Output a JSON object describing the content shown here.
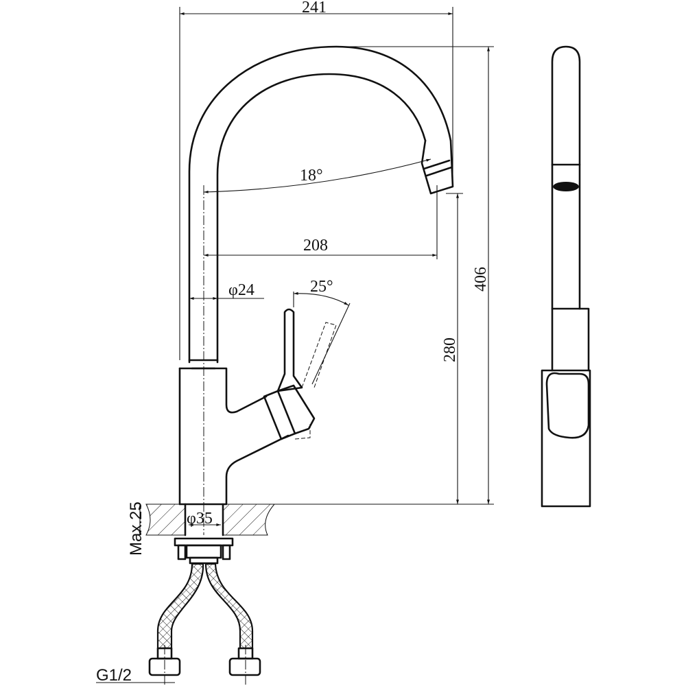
{
  "dimensions": {
    "overall_width": "241",
    "spout_angle": "18°",
    "spout_reach": "208",
    "spout_diameter": "φ24",
    "lever_angle": "25°",
    "overall_height": "406",
    "spout_height": "280",
    "hole_diameter": "φ35",
    "max_counter_thickness": "Max.25",
    "connection_thread": "G1/2"
  },
  "colors": {
    "line": "#111111",
    "background": "#ffffff"
  }
}
